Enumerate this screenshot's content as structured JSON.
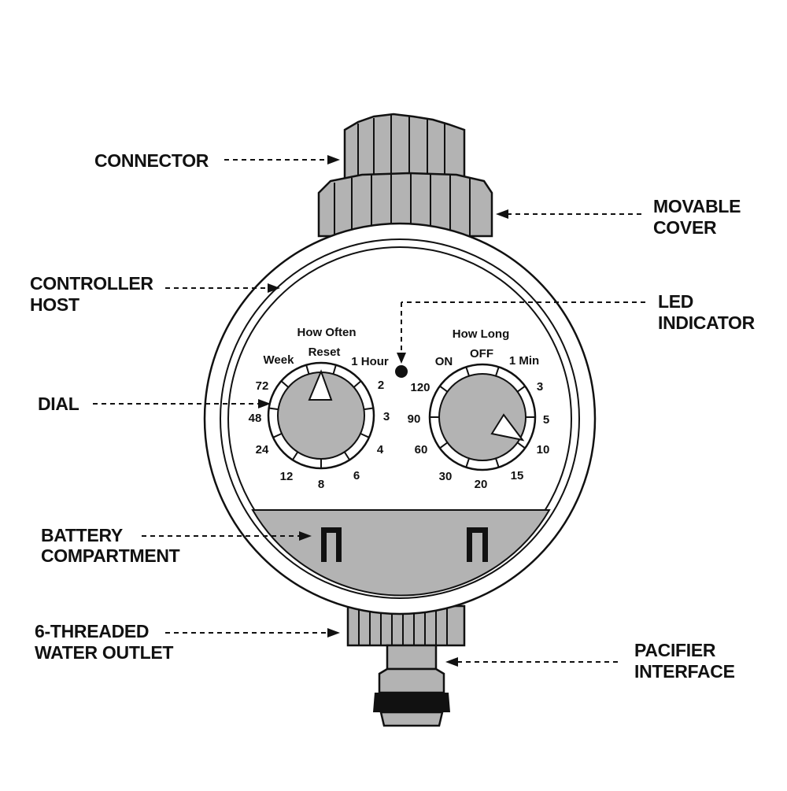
{
  "callouts": {
    "connector": "CONNECTOR",
    "movable_cover_1": "MOVABLE",
    "movable_cover_2": "COVER",
    "controller_host_1": "CONTROLLER",
    "controller_host_2": "HOST",
    "led_indicator_1": "LED",
    "led_indicator_2": "INDICATOR",
    "dial": "DIAL",
    "battery_1": "BATTERY",
    "battery_2": "COMPARTMENT",
    "outlet_1": "6-THREADED",
    "outlet_2": "WATER OUTLET",
    "pacifier_1": "PACIFIER",
    "pacifier_2": "INTERFACE"
  },
  "left_dial": {
    "title": "How Often",
    "reset": "Reset",
    "labels": [
      "Week",
      "1 Hour",
      "72",
      "2",
      "48",
      "3",
      "24",
      "4",
      "12",
      "8",
      "6"
    ]
  },
  "right_dial": {
    "title": "How Long",
    "on": "ON",
    "off": "OFF",
    "labels": [
      "1 Min",
      "120",
      "3",
      "90",
      "5",
      "60",
      "10",
      "30",
      "20",
      "15"
    ]
  },
  "colors": {
    "outline": "#111111",
    "gray_fill": "#b3b3b3",
    "white": "#ffffff"
  }
}
